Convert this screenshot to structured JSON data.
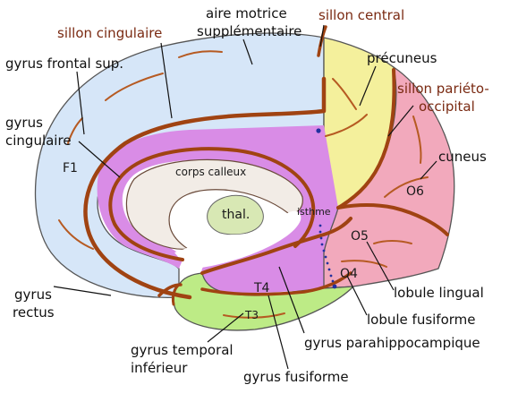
{
  "labels": {
    "sillon_cingulaire": "sillon cingulaire",
    "aire_motrice_1": "aire motrice",
    "aire_motrice_2": "supplémentaire",
    "sillon_central": "sillon central",
    "gyrus_frontal_sup": "gyrus frontal sup.",
    "precuneus": "précuneus",
    "sillon_parieto_1": "sillon pariéto-",
    "sillon_parieto_2": "occipital",
    "gyrus_cingulaire_1": "gyrus",
    "gyrus_cingulaire_2": "cingulaire",
    "f1": "F1",
    "cuneus": "cuneus",
    "corps_calleux": "corps calleux",
    "o6": "O6",
    "thal": "thal.",
    "isthme": "isthme",
    "o5": "O5",
    "o4": "O4",
    "t4": "T4",
    "t3": "T3",
    "gyrus_rectus_1": "gyrus",
    "gyrus_rectus_2": "rectus",
    "lobule_lingual": "lobule lingual",
    "lobule_fusiforme": "lobule fusiforme",
    "gyrus_temporal_inf_1": "gyrus temporal",
    "gyrus_temporal_inf_2": "inférieur",
    "gyrus_parahippocampique": "gyrus parahippocampique",
    "gyrus_fusiforme": "gyrus fusiforme"
  },
  "colors": {
    "frontal": "#d6e6f8",
    "precuneus": "#f4f09c",
    "cingulate": "#d98ce6",
    "cuneus_occipital": "#f2a9bc",
    "temporal": "#bdeb86",
    "corpus_callosum": "#f2ece6",
    "thalamus": "#d8e8b4",
    "sulcus": "#a04312",
    "label_red": "#7a2a12"
  }
}
